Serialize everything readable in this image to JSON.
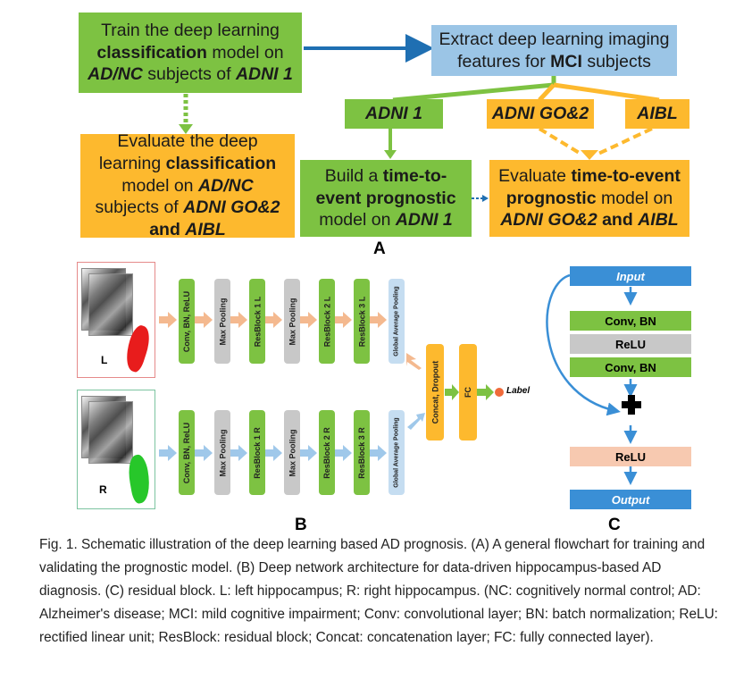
{
  "panel_a": {
    "train_box": [
      {
        "t": "Train the deep learning "
      },
      {
        "t": "classification",
        "b": true
      },
      {
        "t": " model on "
      },
      {
        "t": "AD/NC",
        "b": true,
        "i": true
      },
      {
        "t": " subjects of "
      },
      {
        "t": "ADNI 1",
        "b": true,
        "i": true
      }
    ],
    "extract_box": [
      {
        "t": "Extract deep learning imaging features for "
      },
      {
        "t": "MCI",
        "b": true
      },
      {
        "t": " subjects"
      }
    ],
    "evaluate_class_box": [
      {
        "t": "Evaluate the deep learning "
      },
      {
        "t": "classification",
        "b": true
      },
      {
        "t": " model on "
      },
      {
        "t": "AD/NC",
        "b": true,
        "i": true
      },
      {
        "t": " subjects of "
      },
      {
        "t": "ADNI GO&2",
        "b": true,
        "i": true
      },
      {
        "t": " and ",
        "b": true
      },
      {
        "t": "AIBL",
        "b": true,
        "i": true
      }
    ],
    "adni1_tag": "ADNI 1",
    "adnigo2_tag": "ADNI GO&2",
    "aibl_tag": "AIBL",
    "build_box": [
      {
        "t": "Build a "
      },
      {
        "t": "time-to-event prognostic",
        "b": true
      },
      {
        "t": " model on "
      },
      {
        "t": "ADNI 1",
        "b": true,
        "i": true
      }
    ],
    "evaluate_tte_box": [
      {
        "t": "Evaluate "
      },
      {
        "t": "time-to-event prognostic",
        "b": true
      },
      {
        "t": " model on "
      },
      {
        "t": "ADNI GO&2",
        "b": true,
        "i": true
      },
      {
        "t": " and ",
        "b": true
      },
      {
        "t": "AIBL",
        "b": true,
        "i": true
      }
    ],
    "label": "A"
  },
  "panel_b": {
    "thumb_left_label": "L",
    "thumb_right_label": "R",
    "layers": [
      "Conv, BN, ReLU",
      "Max Pooling",
      "ResBlock 1 L",
      "Max Pooling",
      "ResBlock 2 L",
      "ResBlock 3 L",
      "Global Average Pooling"
    ],
    "layers_r": [
      "Conv, BN, ReLU",
      "Max Pooling",
      "ResBlock 1 R",
      "Max Pooling",
      "ResBlock 2 R",
      "ResBlock 3 R",
      "Global Average Pooling"
    ],
    "concat": "Concat, Dropout",
    "fc": "FC",
    "output_label": "Label",
    "label": "B",
    "colors": {
      "left_arrow": "#f4b98f",
      "right_arrow": "#9fc8ea",
      "green": "#7dc242",
      "gray": "#c8c8c8",
      "light_blue": "#c5ddf1",
      "orange": "#fdb92e"
    }
  },
  "panel_c": {
    "input": "Input",
    "conv_bn_1": "Conv, BN",
    "relu_1": "ReLU",
    "conv_bn_2": "Conv, BN",
    "relu_2": "ReLU",
    "output": "Output",
    "label": "C"
  },
  "caption": "Fig. 1. Schematic illustration of the deep learning based AD prognosis. (A) A general flowchart for training and validating the prognostic model. (B) Deep network architecture for data-driven hippocampus-based AD diagnosis. (C) residual block. L: left hippocampus; R: right hippocampus. (NC: cognitively normal control; AD: Alzheimer's disease; MCI: mild cognitive impairment; Conv: convolutional layer; BN: batch normalization; ReLU: rectified linear unit; ResBlock: residual block; Concat: concatenation layer; FC: fully connected layer)."
}
